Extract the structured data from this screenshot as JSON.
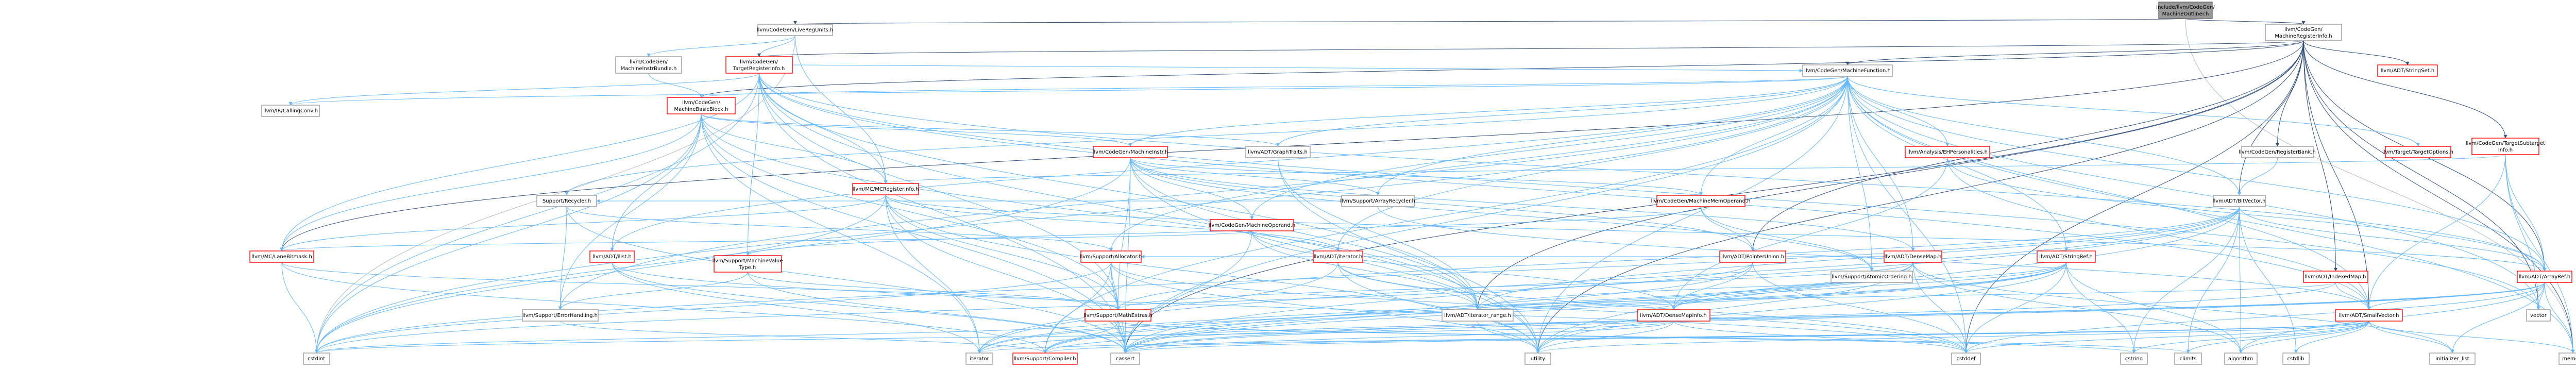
{
  "graph": {
    "nodes": [
      {
        "id": "root",
        "label": "include/llvm/CodeGen/MachineOutliner.h",
        "kind": "root"
      },
      {
        "id": "lrgu",
        "label": "llvm/CodeGen/LiveRegUnits.h",
        "kind": "plain"
      },
      {
        "id": "mri",
        "label": "llvm/CodeGen/MachineRegisterInfo.h",
        "kind": "plain"
      },
      {
        "id": "mib",
        "label": "llvm/CodeGen/MachineInstrBundle.h",
        "kind": "plain"
      },
      {
        "id": "tri",
        "label": "llvm/CodeGen/TargetRegisterInfo.h",
        "kind": "red"
      },
      {
        "id": "mf",
        "label": "llvm/CodeGen/MachineFunction.h",
        "kind": "plain"
      },
      {
        "id": "strset",
        "label": "llvm/ADT/StringSet.h",
        "kind": "red"
      },
      {
        "id": "mbb",
        "label": "llvm/CodeGen/MachineBasicBlock.h",
        "kind": "red"
      },
      {
        "id": "ir",
        "label": "llvm/IR/CallingConv.h",
        "kind": "plain"
      },
      {
        "id": "gt",
        "label": "llvm/ADT/GraphTraits.h",
        "kind": "plain"
      },
      {
        "id": "mi",
        "label": "llvm/CodeGen/MachineInstr.h",
        "kind": "red"
      },
      {
        "id": "eh",
        "label": "llvm/Analysis/EHPersonalities.h",
        "kind": "red"
      },
      {
        "id": "rbank",
        "label": "llvm/CodeGen/RegisterBank.h",
        "kind": "plain"
      },
      {
        "id": "topt",
        "label": "llvm/Target/TargetOptions.h",
        "kind": "red"
      },
      {
        "id": "tsi",
        "label": "llvm/CodeGen/TargetSubtarget Info.h",
        "kind": "red"
      },
      {
        "id": "mcri",
        "label": "llvm/MC/MCRegisterInfo.h",
        "kind": "red"
      },
      {
        "id": "rec",
        "label": "Support/Recycler.h",
        "kind": "plain"
      },
      {
        "id": "arec",
        "label": "llvm/Support/ArrayRecycler.h",
        "kind": "plain"
      },
      {
        "id": "mmo",
        "label": "llvm/CodeGen/MachineMemOperand.h",
        "kind": "red"
      },
      {
        "id": "bv",
        "label": "llvm/ADT/BitVector.h",
        "kind": "plain"
      },
      {
        "id": "mop",
        "label": "llvm/CodeGen/MachineOperand.h",
        "kind": "red"
      },
      {
        "id": "lbm",
        "label": "llvm/MC/LaneBitmask.h",
        "kind": "red"
      },
      {
        "id": "mvt",
        "label": "llvm/Support/MachineValue Type.h",
        "kind": "red"
      },
      {
        "id": "ilist",
        "label": "llvm/ADT/ilist.h",
        "kind": "red"
      },
      {
        "id": "alloc",
        "label": "llvm/Support/Allocator.h",
        "kind": "red"
      },
      {
        "id": "iter",
        "label": "llvm/ADT/iterator.h",
        "kind": "red"
      },
      {
        "id": "dmap",
        "label": "llvm/ADT/DenseMap.h",
        "kind": "red"
      },
      {
        "id": "pu",
        "label": "llvm/ADT/PointerUnion.h",
        "kind": "red"
      },
      {
        "id": "sref",
        "label": "llvm/ADT/StringRef.h",
        "kind": "red"
      },
      {
        "id": "ato",
        "label": "llvm/Support/AtomicOrdering.h",
        "kind": "plain"
      },
      {
        "id": "imap",
        "label": "llvm/ADT/IndexedMap.h",
        "kind": "red"
      },
      {
        "id": "aref",
        "label": "llvm/ADT/ArrayRef.h",
        "kind": "red"
      },
      {
        "id": "err",
        "label": "llvm/Support/ErrorHandling.h",
        "kind": "plain"
      },
      {
        "id": "mext",
        "label": "llvm/Support/MathExtras.h",
        "kind": "red"
      },
      {
        "id": "itr",
        "label": "llvm/ADT/iterator_range.h",
        "kind": "plain"
      },
      {
        "id": "dmi",
        "label": "llvm/ADT/DenseMapInfo.h",
        "kind": "red"
      },
      {
        "id": "svec",
        "label": "llvm/ADT/SmallVector.h",
        "kind": "red"
      },
      {
        "id": "vector",
        "label": "vector",
        "kind": "plain"
      },
      {
        "id": "cstdint",
        "label": "cstdint",
        "kind": "plain"
      },
      {
        "id": "iterator",
        "label": "iterator",
        "kind": "plain"
      },
      {
        "id": "comp",
        "label": "llvm/Support/Compiler.h",
        "kind": "red"
      },
      {
        "id": "cassert",
        "label": "cassert",
        "kind": "plain"
      },
      {
        "id": "utility",
        "label": "utility",
        "kind": "plain"
      },
      {
        "id": "cstddef",
        "label": "cstddef",
        "kind": "plain"
      },
      {
        "id": "cstring",
        "label": "cstring",
        "kind": "plain"
      },
      {
        "id": "climits",
        "label": "climits",
        "kind": "plain"
      },
      {
        "id": "algorithm",
        "label": "algorithm",
        "kind": "plain"
      },
      {
        "id": "cstdlib",
        "label": "cstdlib",
        "kind": "plain"
      },
      {
        "id": "initlist",
        "label": "initializer_list",
        "kind": "plain"
      },
      {
        "id": "memory",
        "label": "memory",
        "kind": "plain"
      }
    ]
  }
}
